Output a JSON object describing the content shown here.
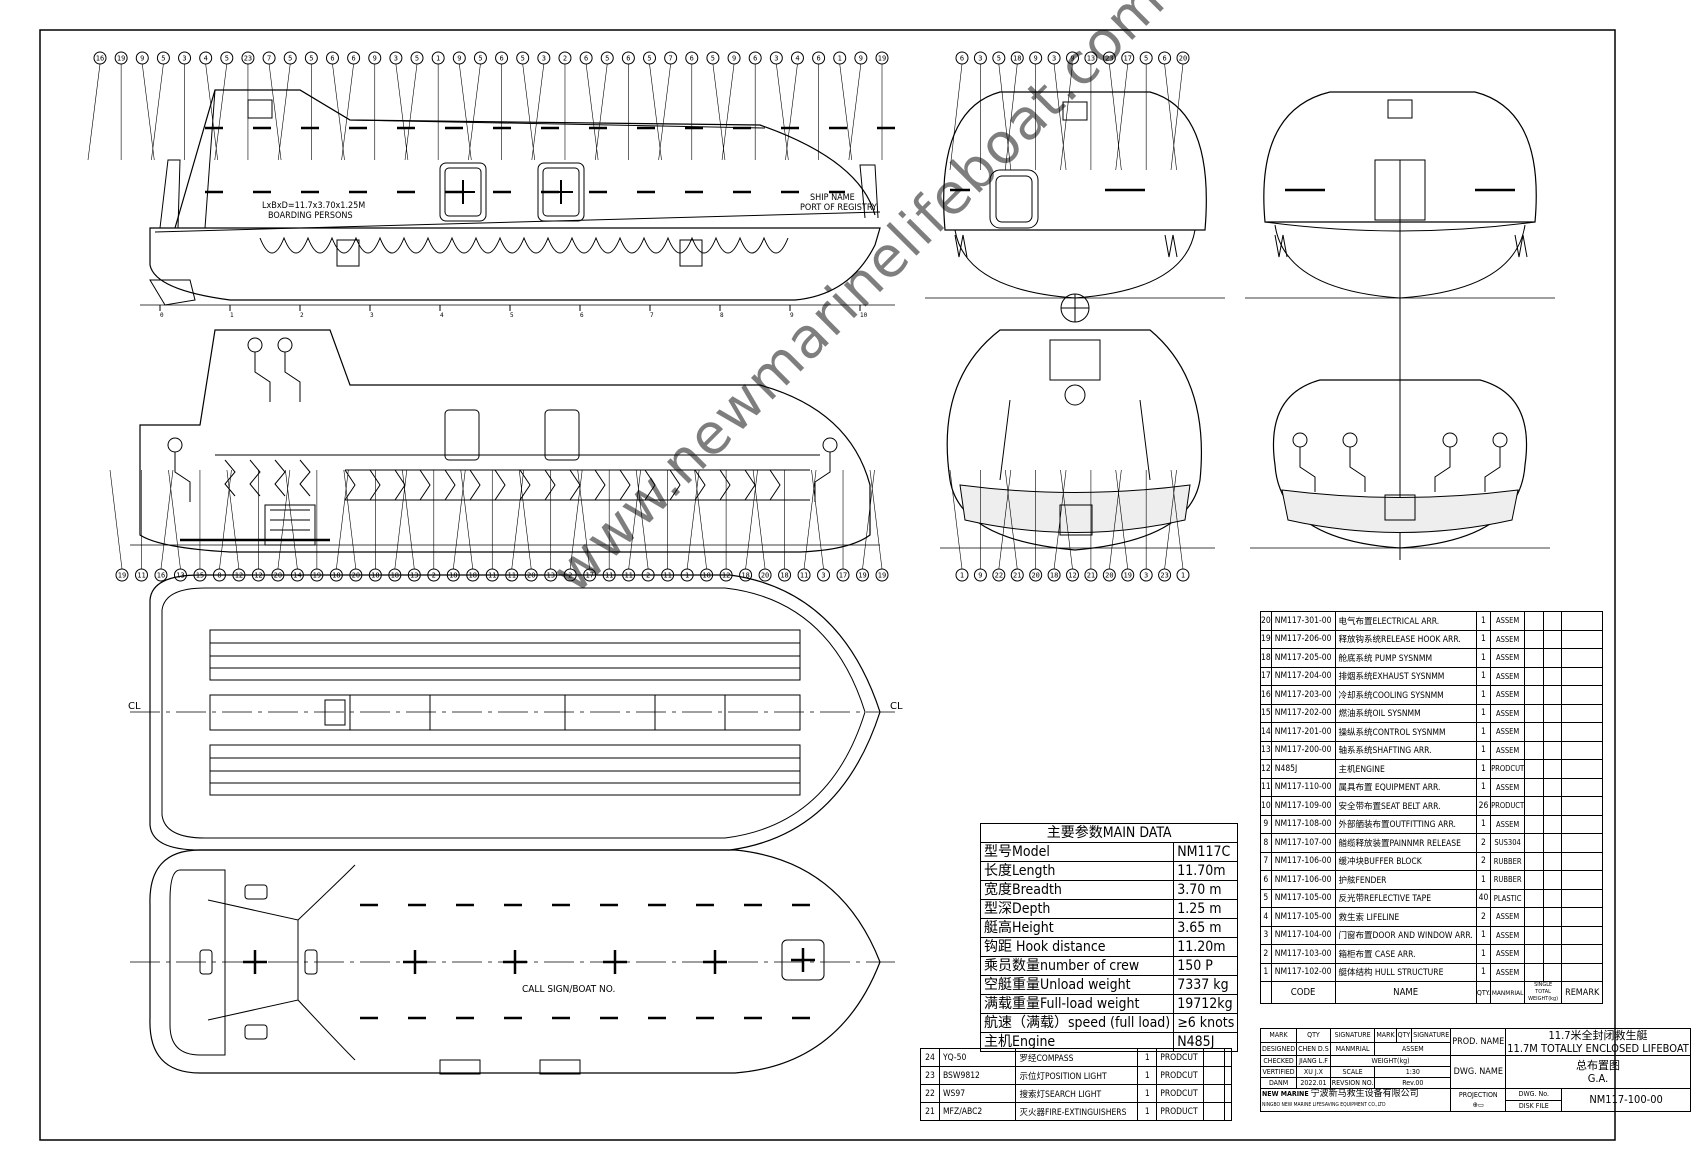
{
  "watermark": "www.newmarinelifeboat.com",
  "side_view": {
    "dims_label": "LxBxD=11.7x3.70x1.25M",
    "boarding_label": "BOARDING PERSONS",
    "ship_name": "SHIP NAME",
    "port": "PORT OF REGISTRY",
    "station_marks": [
      "0",
      "1",
      "2",
      "3",
      "4",
      "5",
      "6",
      "7",
      "8",
      "9",
      "10"
    ]
  },
  "plan_view": {
    "call_sign": "CALL SIGN/BOAT NO.",
    "cl_label": "CL"
  },
  "main_data": {
    "title": "主要参数MAIN DATA",
    "rows": [
      {
        "label": "型号Model",
        "value": "NM117C"
      },
      {
        "label": "长度Length",
        "value": "11.70m"
      },
      {
        "label": "宽度Breadth",
        "value": "3.70 m"
      },
      {
        "label": "型深Depth",
        "value": "1.25 m"
      },
      {
        "label": "艇高Height",
        "value": "3.65 m"
      },
      {
        "label": "钩距 Hook distance",
        "value": "11.20m"
      },
      {
        "label": "乘员数量number of crew",
        "value": "150 P"
      },
      {
        "label": "空艇重量Unload weight",
        "value": "7337 kg"
      },
      {
        "label": "满载重量Full-load weight",
        "value": "19712kg"
      },
      {
        "label": "航速（满载）speed (full load)",
        "value": "≥6 knots"
      },
      {
        "label": "主机Engine",
        "value": "N485J"
      }
    ]
  },
  "parts": [
    {
      "no": "20",
      "code": "NM117-301-00",
      "name": "电气布置ELECTRICAL ARR.",
      "qty": "1",
      "mat": "ASSEM"
    },
    {
      "no": "19",
      "code": "NM117-206-00",
      "name": "释放钩系统RELEASE HOOK ARR.",
      "qty": "1",
      "mat": "ASSEM"
    },
    {
      "no": "18",
      "code": "NM117-205-00",
      "name": "舱底系统 PUMP SYSNMM",
      "qty": "1",
      "mat": "ASSEM"
    },
    {
      "no": "17",
      "code": "NM117-204-00",
      "name": "排烟系统EXHAUST SYSNMM",
      "qty": "1",
      "mat": "ASSEM"
    },
    {
      "no": "16",
      "code": "NM117-203-00",
      "name": "冷却系统COOLING SYSNMM",
      "qty": "1",
      "mat": "ASSEM"
    },
    {
      "no": "15",
      "code": "NM117-202-00",
      "name": "燃油系统OIL SYSNMM",
      "qty": "1",
      "mat": "ASSEM"
    },
    {
      "no": "14",
      "code": "NM117-201-00",
      "name": "操纵系统CONTROL SYSNMM",
      "qty": "1",
      "mat": "ASSEM"
    },
    {
      "no": "13",
      "code": "NM117-200-00",
      "name": "轴系系统SHAFTING ARR.",
      "qty": "1",
      "mat": "ASSEM"
    },
    {
      "no": "12",
      "code": "N485J",
      "name": "主机ENGINE",
      "qty": "1",
      "mat": "PRODCUT"
    },
    {
      "no": "11",
      "code": "NM117-110-00",
      "name": "属具布置 EQUIPMENT ARR.",
      "qty": "1",
      "mat": "ASSEM"
    },
    {
      "no": "10",
      "code": "NM117-109-00",
      "name": "安全带布置SEAT BELT ARR.",
      "qty": "26",
      "mat": "PRODUCT"
    },
    {
      "no": "9",
      "code": "NM117-108-00",
      "name": "外部舾装布置OUTFITTING ARR.",
      "qty": "1",
      "mat": "ASSEM"
    },
    {
      "no": "8",
      "code": "NM117-107-00",
      "name": "艏缆释放装置PAINNMR RELEASE",
      "qty": "2",
      "mat": "SUS304"
    },
    {
      "no": "7",
      "code": "NM117-106-00",
      "name": "缓冲块BUFFER BLOCK",
      "qty": "2",
      "mat": "RUBBER"
    },
    {
      "no": "6",
      "code": "NM117-106-00",
      "name": "护舷FENDER",
      "qty": "1",
      "mat": "RUBBER"
    },
    {
      "no": "5",
      "code": "NM117-105-00",
      "name": "反光带REFLECTIVE TAPE",
      "qty": "40",
      "mat": "PLASTIC"
    },
    {
      "no": "4",
      "code": "NM117-105-00",
      "name": "救生索 LIFELINE",
      "qty": "2",
      "mat": "ASSEM"
    },
    {
      "no": "3",
      "code": "NM117-104-00",
      "name": "门窗布置DOOR AND WINDOW ARR.",
      "qty": "1",
      "mat": "ASSEM"
    },
    {
      "no": "2",
      "code": "NM117-103-00",
      "name": "箱柜布置 CASE ARR.",
      "qty": "1",
      "mat": "ASSEM"
    },
    {
      "no": "1",
      "code": "NM117-102-00",
      "name": "艇体结构 HULL STRUCTURE",
      "qty": "1",
      "mat": "ASSEM"
    }
  ],
  "parts_header": {
    "code": "CODE",
    "name": "NAME",
    "qty": "QTY.",
    "mat": "MANMRIAL",
    "w": "SINGLE TOTAL WEIGHT(kg)",
    "remark": "REMARK"
  },
  "parts_lower": [
    {
      "no": "24",
      "code": "YQ-50",
      "name": "罗经COMPASS",
      "qty": "1",
      "mat": "PRODCUT"
    },
    {
      "no": "23",
      "code": "BSW9812",
      "name": "示位灯POSITION LIGHT",
      "qty": "1",
      "mat": "PRODCUT"
    },
    {
      "no": "22",
      "code": "WS97",
      "name": "搜索灯SEARCH LIGHT",
      "qty": "1",
      "mat": "PRODCUT"
    },
    {
      "no": "21",
      "code": "MFZ/ABC2",
      "name": "灭火器FIRE-EXTINGUISHERS",
      "qty": "1",
      "mat": "PRODUCT"
    }
  ],
  "title_block": {
    "mark": "MARK",
    "qty": "QTY",
    "signature": "SIGNATURE",
    "mark2": "MARK",
    "qty2": "QTY",
    "signature2": "SIGNATURE",
    "designed": "DESIGNED",
    "designer": "CHEN D.S",
    "manmrial": "MANMRIAL",
    "assem": "ASSEM",
    "checked": "CHECKED",
    "checker": "JIANG L.F",
    "weight": "WEIGHT(kg)",
    "vertified": "VERTIFIED",
    "verifier": "XU J.X",
    "scale": "SCALE",
    "scale_val": "1:30",
    "danm": "DANM",
    "date": "2022.01",
    "revision": "REVSION NO.",
    "rev": "Rev.00",
    "company_cn": "宁波新马救生设备有限公司",
    "company_en": "NINGBO NEW MARINE LIFESAVING EQUIPMENT CO.,LTD",
    "logo": "NEW MARINE",
    "prod_name": "PROD. NAME",
    "prod_cn": "11.7米全封闭救生艇",
    "prod_en": "11.7M TOTALLY ENCLOSED LIFEBOAT",
    "dwg_name": "DWG. NAME",
    "dwg_cn": "总布置图",
    "dwg_en": "G.A.",
    "projection": "PROJECTION",
    "dwg_no": "DWG. No.",
    "dwg_no_val": "NM117-100-00",
    "disk": "DISK FILE"
  },
  "callouts_top": [
    "16",
    "19",
    "9",
    "5",
    "3",
    "4",
    "5",
    "23",
    "7",
    "5",
    "5",
    "6",
    "6",
    "9",
    "3",
    "5",
    "1",
    "9",
    "5",
    "6",
    "5",
    "3",
    "2",
    "6",
    "5",
    "6",
    "5",
    "7",
    "6",
    "5",
    "9",
    "6",
    "3",
    "4",
    "6",
    "1",
    "9",
    "19"
  ],
  "callouts_mid": [
    "19",
    "11",
    "16",
    "13",
    "15",
    "8",
    "12",
    "12",
    "20",
    "14",
    "19",
    "18",
    "20",
    "18",
    "18",
    "13",
    "2",
    "18",
    "18",
    "11",
    "11",
    "20",
    "13",
    "2",
    "17",
    "11",
    "11",
    "2",
    "11",
    "1",
    "18",
    "12",
    "18",
    "20",
    "18",
    "11",
    "3",
    "17",
    "19",
    "19"
  ],
  "callouts_front_top": [
    "6",
    "3",
    "5",
    "18",
    "9",
    "3",
    "9",
    "13",
    "23",
    "17",
    "5",
    "6",
    "20"
  ],
  "callouts_front_bot": [
    "1",
    "9",
    "22",
    "21",
    "20",
    "18",
    "12",
    "21",
    "20",
    "19",
    "3",
    "23",
    "1"
  ]
}
